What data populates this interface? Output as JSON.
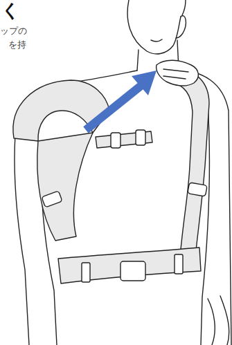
{
  "diagram": {
    "title": "く",
    "labels": [
      "ップの",
      "を持"
    ]
  }
}
